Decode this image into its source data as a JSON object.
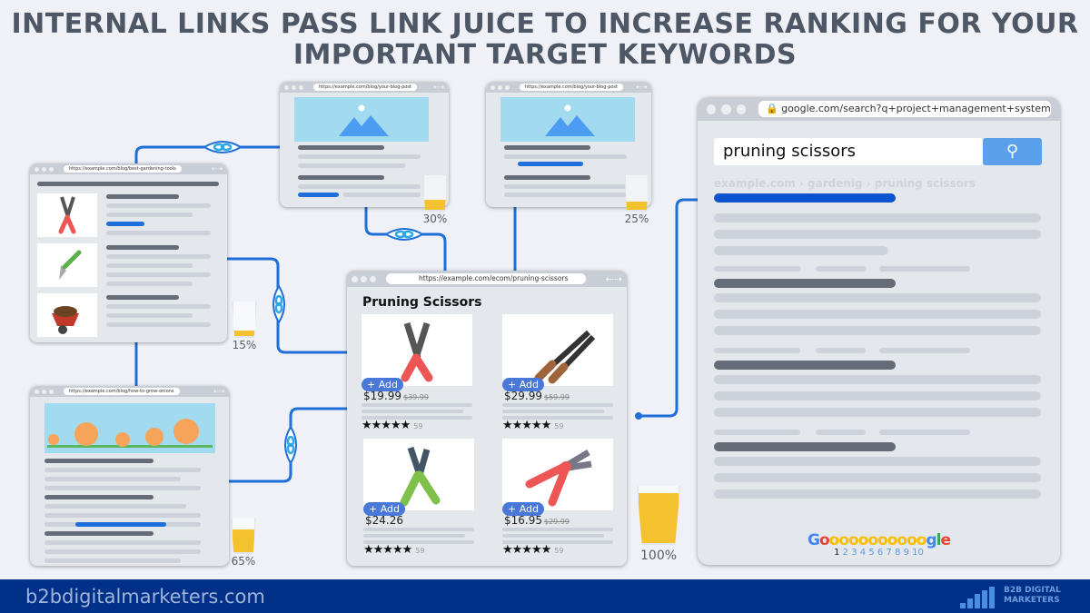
{
  "title": {
    "line1": "INTERNAL LINKS PASS LINK JUICE TO INCREASE RANKING FOR YOUR",
    "line2": "IMPORTANT TARGET KEYWORDS"
  },
  "pages": {
    "gardening_tools": {
      "url": "https://example.com/blog/best-gardening-tools",
      "juice_pct": 15,
      "juice_label": "15%"
    },
    "blog_post_1": {
      "url": "https://example.com/blog/your-blog-post",
      "juice_pct": 30,
      "juice_label": "30%"
    },
    "blog_post_2": {
      "url": "https://example.com/blog/your-blog-post",
      "juice_pct": 25,
      "juice_label": "25%"
    },
    "onions": {
      "url": "https://example.com/blog/how-to-grow-onions",
      "juice_pct": 65,
      "juice_label": "65%"
    },
    "ecom": {
      "url": "https://example.com/ecom/pruning-scissors",
      "heading": "Pruning Scissors",
      "juice_pct": 100,
      "juice_label": "100%",
      "products": [
        {
          "price": "$19.99",
          "old_price": "$39.99",
          "rating": 5,
          "reviews": "59",
          "add": "Add"
        },
        {
          "price": "$29.99",
          "old_price": "$59.99",
          "rating": 5,
          "reviews": "59",
          "add": "Add"
        },
        {
          "price": "$24.26",
          "old_price": "",
          "rating": 5,
          "reviews": "59",
          "add": "Add"
        },
        {
          "price": "$16.95",
          "old_price": "$29.99",
          "rating": 5,
          "reviews": "59",
          "add": "Add"
        }
      ]
    }
  },
  "google": {
    "url": "google.com/search?q+project+management+system",
    "query": "pruning scissors",
    "breadcrumb": "example.com › gardenig  › pruning scissors",
    "logo": "Goooooooooogle",
    "pages": [
      "1",
      "2",
      "3",
      "4",
      "5",
      "6",
      "7",
      "8",
      "9",
      "10"
    ]
  },
  "footer": {
    "site": "b2bdigitalmarketers.com",
    "brand_line1": "B2B DIGITAL",
    "brand_line2": "MARKETERS"
  },
  "colors": {
    "link": "#1e6fd9",
    "juice": "#f4c22e",
    "footer": "#003087",
    "title": "#4e5766"
  }
}
